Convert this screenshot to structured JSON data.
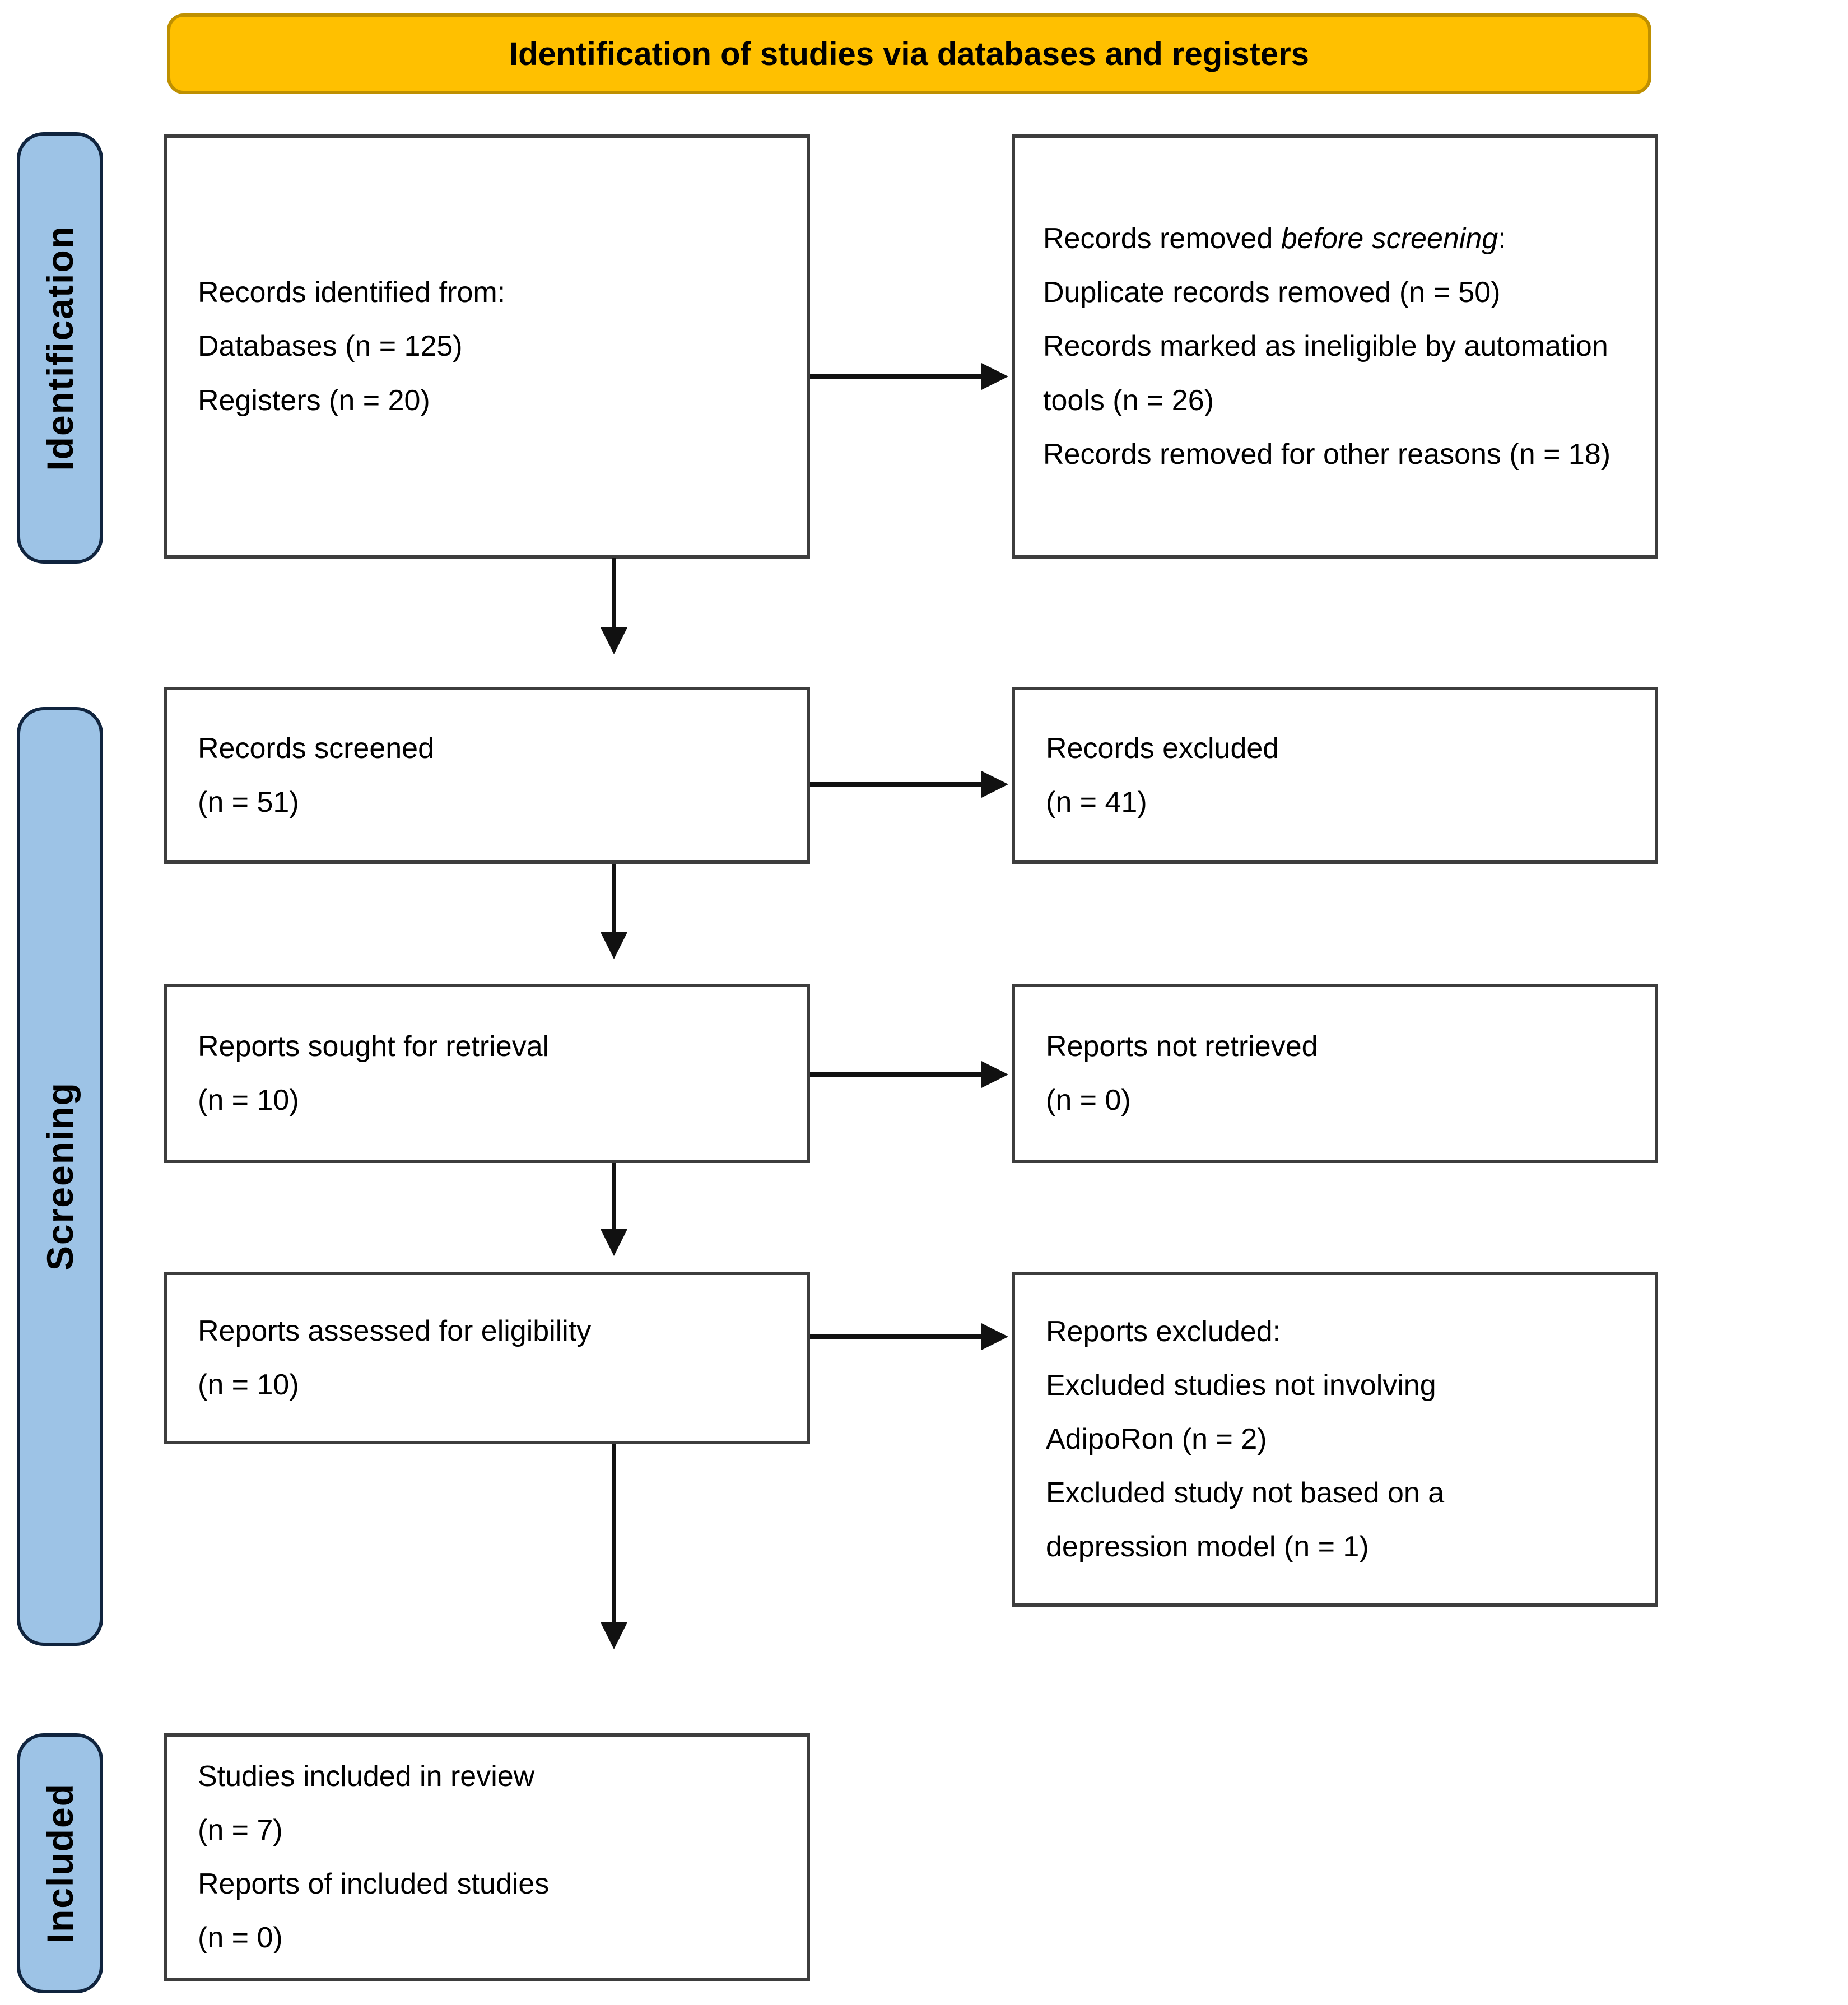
{
  "header": {
    "title": "Identification of studies via databases and registers"
  },
  "stages": {
    "identification": "Identification",
    "screening": "Screening",
    "included": "Included"
  },
  "boxes": {
    "identified": {
      "lines": [
        "Records identified from:",
        "Databases (n = 125)",
        "Registers (n = 20)"
      ]
    },
    "removed": {
      "title_prefix": "Records removed ",
      "title_italic": "before screening",
      "title_suffix": ":",
      "lines": [
        "Duplicate records removed  (n = 50)",
        "Records marked as ineligible by automation tools (n = 26)",
        "Records removed for other reasons (n = 18)"
      ]
    },
    "screened": {
      "lines": [
        "Records screened",
        "(n = 51)"
      ]
    },
    "excluded": {
      "lines": [
        "Records excluded",
        "(n = 41)"
      ]
    },
    "sought": {
      "lines": [
        "Reports sought for retrieval",
        "(n = 10)"
      ]
    },
    "not_retrieved": {
      "lines": [
        "Reports not retrieved",
        "(n = 0)"
      ]
    },
    "assessed": {
      "lines": [
        "Reports assessed for eligibility",
        "(n = 10)"
      ]
    },
    "reports_excluded": {
      "lines": [
        "Reports excluded:",
        "Excluded studies not involving AdipoRon (n = 2)",
        "Excluded study not based on a depression model (n = 1)"
      ]
    },
    "included_box": {
      "lines": [
        "Studies included in review",
        "(n = 7)",
        "Reports of included studies",
        "(n = 0)"
      ]
    }
  },
  "colors": {
    "header_bg": "#FFC000",
    "header_border": "#BF9000",
    "stage_bg": "#9DC3E6",
    "box_border": "#3d3d3d",
    "arrow": "#111111"
  }
}
